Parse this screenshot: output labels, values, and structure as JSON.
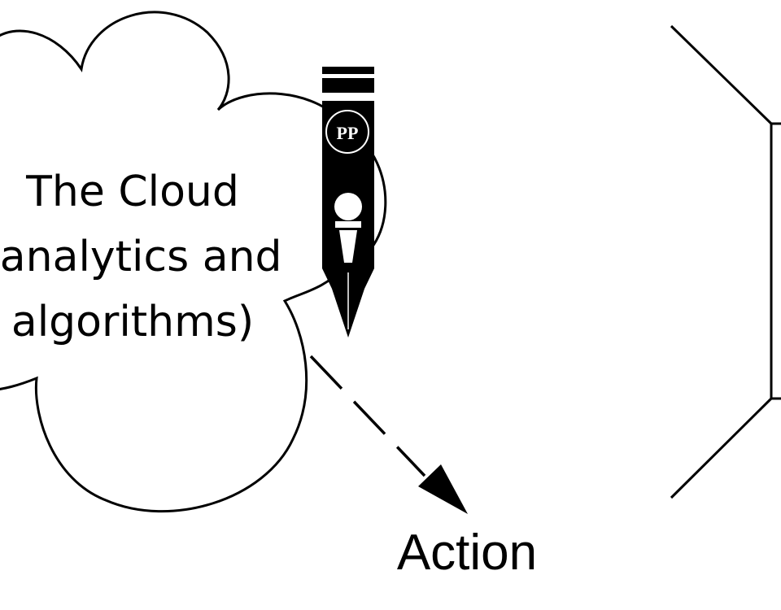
{
  "cloud": {
    "line1": "The Cloud",
    "line2": "(analytics and",
    "line3": "algorithms)"
  },
  "action_label": "Action",
  "pen_logo": {
    "letters": "PP"
  },
  "colors": {
    "stroke": "#000000",
    "background": "#ffffff",
    "pen": "#000000"
  },
  "icons": [
    "cloud-shape",
    "pen-with-microphone-icon",
    "dashed-arrow",
    "hexagon-shape"
  ]
}
